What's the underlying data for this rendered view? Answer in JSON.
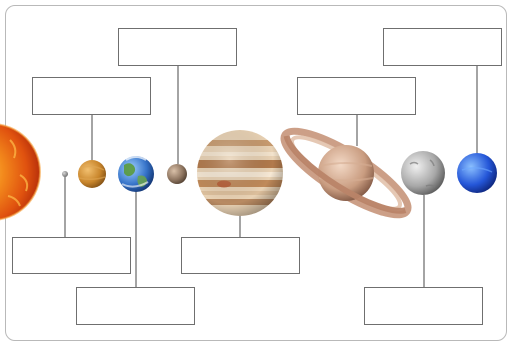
{
  "worksheet": {
    "labels": [
      "",
      "",
      "",
      "",
      "",
      "",
      "",
      "",
      ""
    ]
  },
  "colors": {
    "box_border": "#6f6f6f",
    "leader_line": "#4a4a4a",
    "frame_border": "#b9b9b9"
  },
  "planets": [
    {
      "body": "sun"
    },
    {
      "body": "mercury"
    },
    {
      "body": "venus"
    },
    {
      "body": "earth"
    },
    {
      "body": "mars"
    },
    {
      "body": "jupiter"
    },
    {
      "body": "saturn"
    },
    {
      "body": "uranus"
    },
    {
      "body": "neptune"
    }
  ]
}
